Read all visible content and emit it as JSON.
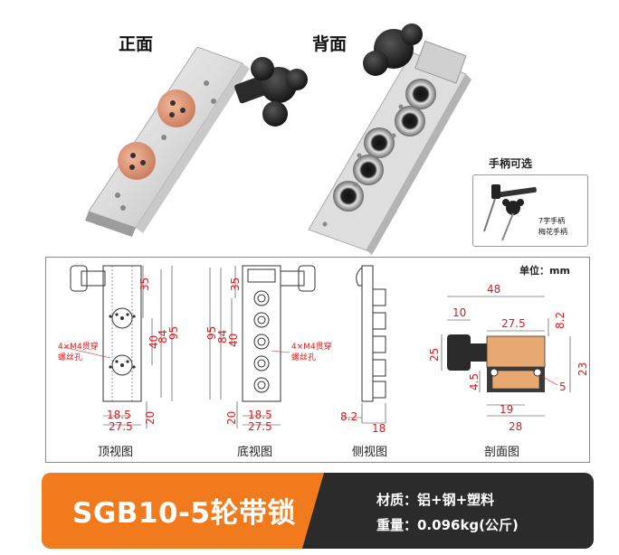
{
  "photos": {
    "front_label": "正面",
    "back_label": "背面"
  },
  "optional_handle": {
    "title": "手柄可选",
    "option1": "7字手柄",
    "option2": "梅花手柄"
  },
  "drawing": {
    "unit_label": "单位：mm",
    "top_view": {
      "caption": "顶视图",
      "hole_note_line1": "4×M4贯穿",
      "hole_note_line2": "螺丝孔",
      "dim_35": "35",
      "dim_40": "40",
      "dim_84": "84",
      "dim_95": "95",
      "dim_18_5": "18.5",
      "dim_27_5": "27.5",
      "dim_20": "20"
    },
    "bottom_view": {
      "caption": "底视图",
      "hole_note_line1": "4×M4贯穿",
      "hole_note_line2": "螺丝孔",
      "dim_95": "95",
      "dim_84": "84",
      "dim_35": "35",
      "dim_40": "40",
      "dim_18_5": "18.5",
      "dim_27_5": "27.5",
      "dim_20": "20"
    },
    "side_view": {
      "caption": "侧视图",
      "dim_8_2": "8.2",
      "dim_18": "18"
    },
    "section_view": {
      "caption": "剖面图",
      "dim_48": "48",
      "dim_10": "10",
      "dim_27_5": "27.5",
      "dim_8_2": "8.2",
      "dim_25": "25",
      "dim_23": "23",
      "dim_4_5": "4.5",
      "dim_5": "5",
      "dim_19": "19",
      "dim_28": "28"
    }
  },
  "banner": {
    "model": "SGB10-5轮带锁",
    "material": "材质：铝+钢+塑料",
    "weight": "重量：0.096kg(公斤)"
  }
}
